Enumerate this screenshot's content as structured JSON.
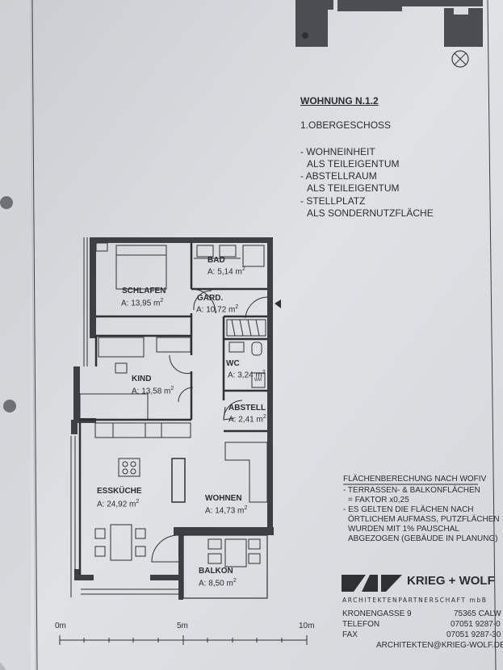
{
  "header": {
    "title": "WOHNUNG N.1.2",
    "floor": "1.OBERGESCHOSS",
    "items": [
      "- WOHNEINHEIT",
      "ALS TEILEIGENTUM",
      "- ABSTELLRAUM",
      "ALS TEILEIGENTUM",
      "- STELLPLATZ",
      "ALS SONDERNUTZFLÄCHE"
    ]
  },
  "rooms": [
    {
      "name": "BAD",
      "area": "A: 5,14 m"
    },
    {
      "name": "SCHLAFEN",
      "area": "A: 13,95 m"
    },
    {
      "name": "GARD.",
      "area": "A: 10,72 m"
    },
    {
      "name": "WC",
      "area": "A: 3,24 m"
    },
    {
      "name": "KIND",
      "area": "A: 13,58 m"
    },
    {
      "name": "ABSTELL",
      "area": "A: 2,41 m"
    },
    {
      "name": "ESSKÜCHE",
      "area": "A: 24,92 m"
    },
    {
      "name": "WOHNEN",
      "area": "A: 14,73 m"
    },
    {
      "name": "BALKON",
      "area": "A: 8,50 m"
    }
  ],
  "sup": "2",
  "wm": "WM",
  "notes": {
    "title": "FLÄCHENBERECHUNG NACH WOFIV",
    "lines": [
      "- TERRASSEN- & BALKONFLÄCHEN",
      "= FAKTOR x0,25",
      "- ES GELTEN DIE FLÄCHEN NACH",
      "ÖRTLICHEM AUFMASS, PUTZFLÄCHEN",
      "WURDEN MIT 1% PAUSCHAL",
      "ABGEZOGEN (GEBÄUDE IN PLANUNG)"
    ]
  },
  "company": {
    "name": "KRIEG + WOLF",
    "sub": "ARCHITEKTENPARTNERSCHAFT mbB",
    "address": "KRONENGASSE 9",
    "city": "75365 CALW",
    "tel_label": "TELEFON",
    "tel": "07051 9287-0",
    "fax_label": "FAX",
    "fax": "07051 9287-30",
    "email": "ARCHITEKTEN@KRIEG-WOLF.DE"
  },
  "scale": {
    "labels": [
      "0m",
      "5m",
      "10m"
    ]
  },
  "colors": {
    "paper": "#d7dadd",
    "background": "#8d9196",
    "ink": "#2a2d31"
  },
  "icons": [
    "north-arrow-icon",
    "entrance-arrow-icon",
    "krieg-wolf-logo-icon"
  ]
}
